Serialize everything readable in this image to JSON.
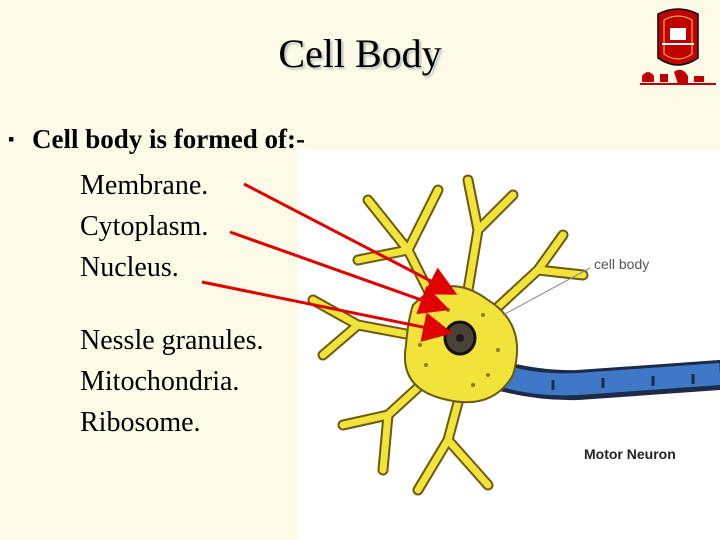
{
  "slide": {
    "title": "Cell Body",
    "bullet": "Cell body is formed of:-",
    "items": [
      "Membrane.",
      "Cytoplasm.",
      "Nucleus."
    ],
    "items2": [
      "Nessle granules.",
      "Mitochondria.",
      "Ribosome."
    ]
  },
  "figure": {
    "label_cell_body": "cell body",
    "label_motor_neuron": "Motor Neuron"
  },
  "colors": {
    "background": "#fdfbe8",
    "arrow": "#e00000",
    "neuron": "#f2e33a",
    "axon": "#2a5fa8"
  }
}
